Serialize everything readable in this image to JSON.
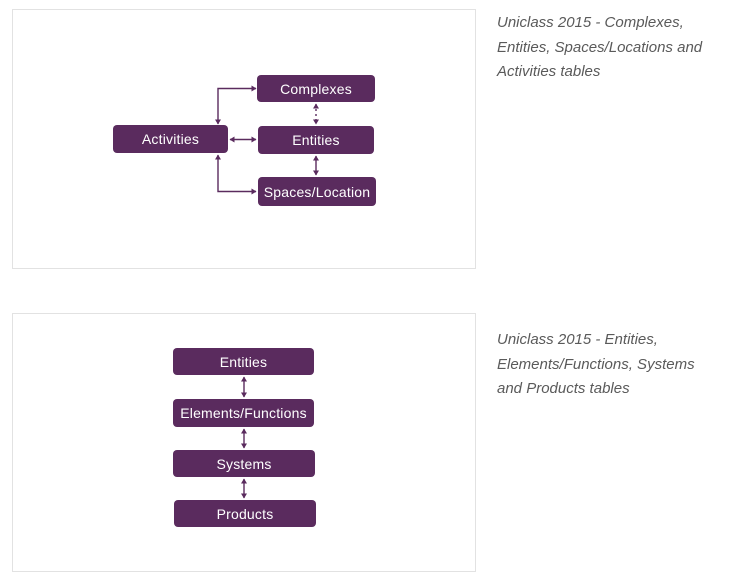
{
  "colors": {
    "background": "#ffffff",
    "box_fill": "#5a2b5e",
    "box_text": "#ffffff",
    "connector": "#5a2b5e",
    "panel_border": "#e2e2e2",
    "caption_text": "#5a5a5a"
  },
  "figure1": {
    "caption_lines": [
      "Uniclass 2015 - Complexes,",
      "Entities, Spaces/Locations and",
      "Activities tables"
    ],
    "nodes": {
      "complexes": {
        "label": "Complexes"
      },
      "activities": {
        "label": "Activities"
      },
      "entities": {
        "label": "Entities"
      },
      "spaces": {
        "label": "Spaces/Location"
      }
    },
    "edges": [
      {
        "from": "activities",
        "to": "complexes",
        "style": "solid-elbow",
        "bidirectional": true
      },
      {
        "from": "activities",
        "to": "entities",
        "style": "solid",
        "bidirectional": true
      },
      {
        "from": "complexes",
        "to": "entities",
        "style": "dotted",
        "bidirectional": true
      },
      {
        "from": "entities",
        "to": "spaces",
        "style": "solid",
        "bidirectional": true
      },
      {
        "from": "activities",
        "to": "spaces",
        "style": "solid-elbow",
        "bidirectional": true
      }
    ]
  },
  "figure2": {
    "caption_lines": [
      "Uniclass 2015 - Entities,",
      "Elements/Functions, Systems",
      "and Products tables"
    ],
    "nodes": {
      "entities": {
        "label": "Entities"
      },
      "elements": {
        "label": "Elements/Functions"
      },
      "systems": {
        "label": "Systems"
      },
      "products": {
        "label": "Products"
      }
    },
    "edges": [
      {
        "from": "entities",
        "to": "elements",
        "style": "solid",
        "bidirectional": true
      },
      {
        "from": "elements",
        "to": "systems",
        "style": "solid",
        "bidirectional": true
      },
      {
        "from": "systems",
        "to": "products",
        "style": "solid",
        "bidirectional": true
      }
    ]
  }
}
